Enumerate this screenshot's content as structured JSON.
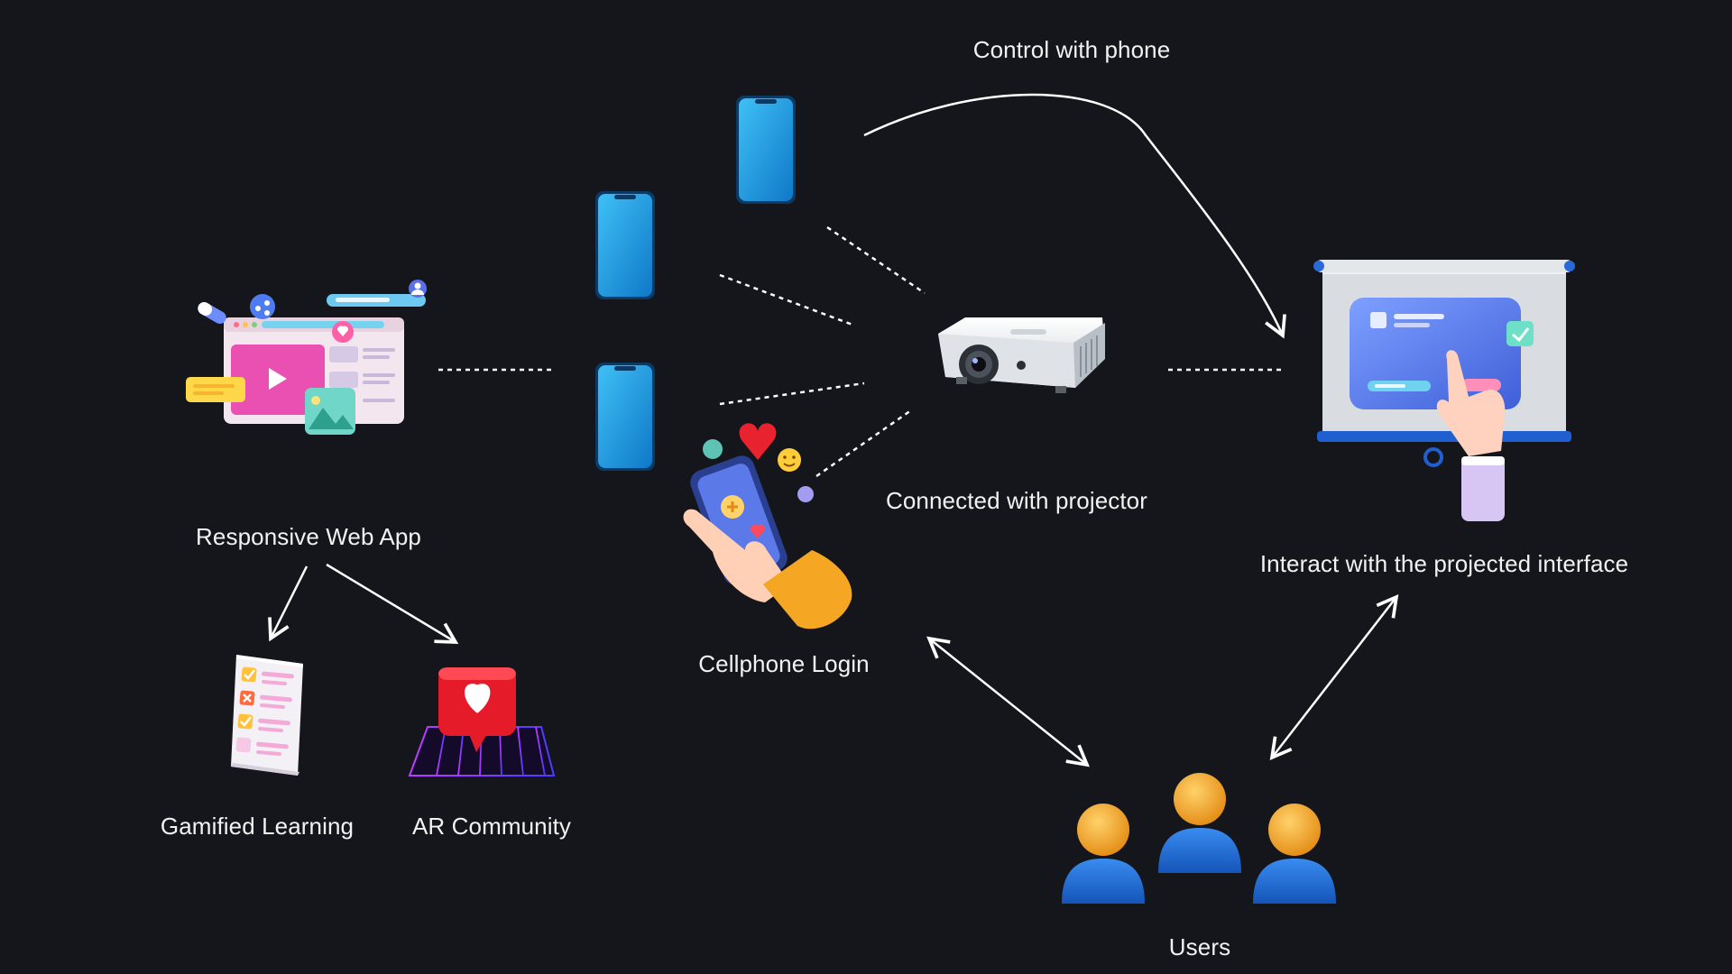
{
  "diagram": {
    "labels": {
      "control_with_phone": "Control with phone",
      "responsive_web_app": "Responsive Web App",
      "connected_with_projector": "Connected with projector",
      "interact_with_projected_interface": "Interact with the projected interface",
      "cellphone_login": "Cellphone Login",
      "gamified_learning": "Gamified Learning",
      "ar_community": "AR Community",
      "users": "Users"
    },
    "nodes": [
      {
        "id": "web-app",
        "icon": "web-app-illustration"
      },
      {
        "id": "phone-1",
        "icon": "smartphone-icon"
      },
      {
        "id": "phone-2",
        "icon": "smartphone-icon"
      },
      {
        "id": "phone-3",
        "icon": "smartphone-icon"
      },
      {
        "id": "projector",
        "icon": "projector-icon"
      },
      {
        "id": "screen",
        "icon": "projection-screen-icon"
      },
      {
        "id": "cellphone-login",
        "icon": "hand-holding-phone-icon"
      },
      {
        "id": "gamified-learning",
        "icon": "checklist-icon"
      },
      {
        "id": "ar-community",
        "icon": "heart-chat-icon"
      },
      {
        "id": "users",
        "icon": "users-group-icon"
      }
    ],
    "colors": {
      "background": "#15161b",
      "phone_blue": "#1e9fe4",
      "user_head": "#f0a020",
      "user_body": "#1e6fd0",
      "projector_body": "#e9ecef",
      "screen_panel": "#5b7fe8",
      "line": "#ffffff"
    }
  }
}
